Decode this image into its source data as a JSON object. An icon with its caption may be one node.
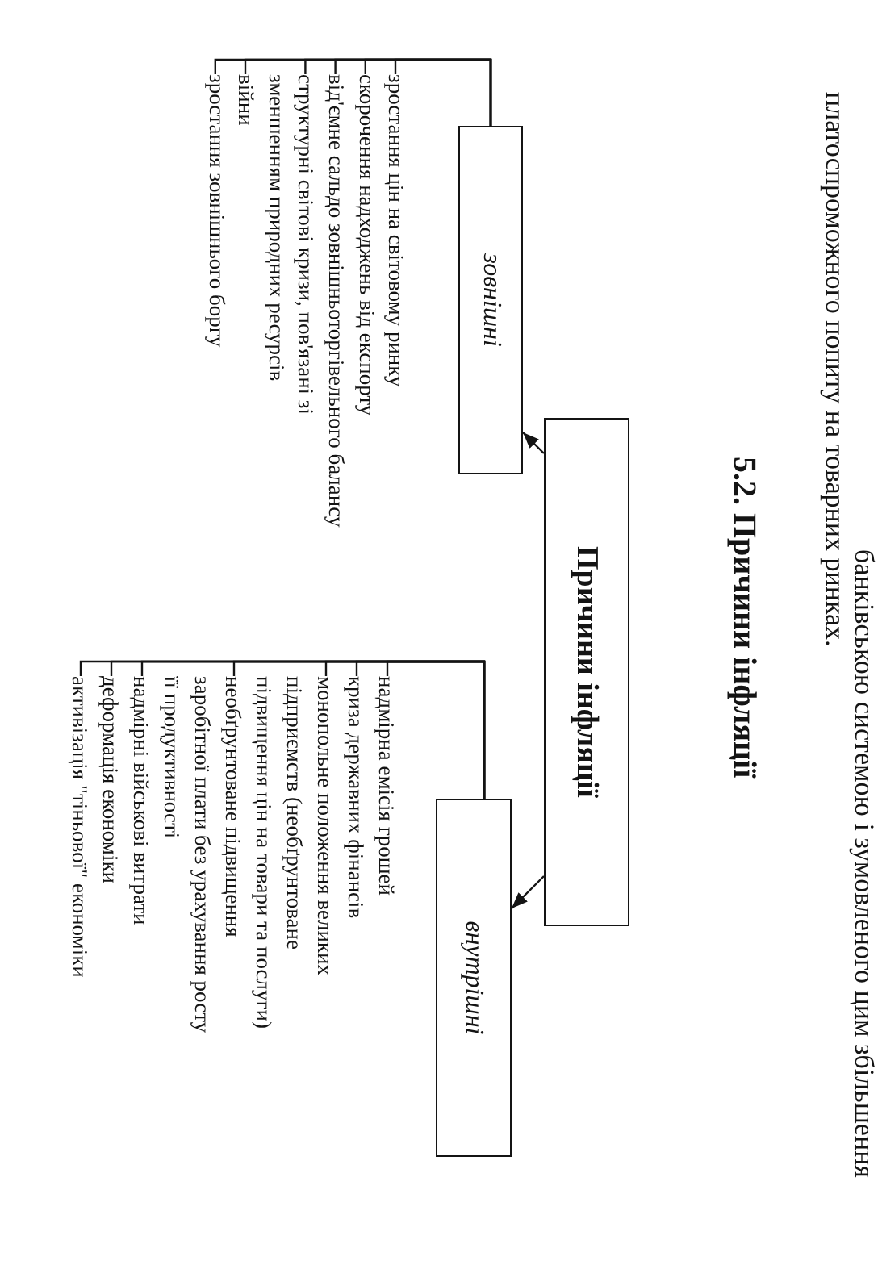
{
  "diagram": {
    "title": "5.2. Причини інфляції",
    "nodes": [
      {
        "text": [
          "Причини інфляції"
        ]
      },
      {
        "text": [
          "зовнішні"
        ]
      },
      {
        "text": [
          "внутрішні"
        ]
      },
      {
        "text": [
          "зростання цін на світовому ринку"
        ]
      },
      {
        "text": [
          "скорочення надходжень від експорту"
        ]
      },
      {
        "text": [
          "від'ємне сальдо зовнішньоторгівельного балансу"
        ]
      },
      {
        "text": [
          "структурні світові кризи, пов'язані зі зменшенням природних ресурсів"
        ]
      },
      {
        "text": [
          "війни"
        ]
      },
      {
        "text": [
          "зростання зовнішнього боргу"
        ]
      },
      {
        "text": [
          "надмірна емісія грошей"
        ]
      },
      {
        "text": [
          "криза державних фінансів"
        ]
      },
      {
        "text": [
          "монопольне положення великих підприємств (необґрунтоване підвищення цін на товари та послуги)"
        ]
      },
      {
        "text": [
          "необґрунтоване підвищення заробітної плати без урахування росту її продуктивності"
        ]
      },
      {
        "text": [
          "надмірні військові витрати"
        ]
      },
      {
        "text": [
          "деформація економіки"
        ]
      },
      {
        "text": [
          "активізація \"тіньової\" економіки"
        ]
      }
    ],
    "edges": [
      {
        "from": 0,
        "to": 1,
        "arrow": "to"
      },
      {
        "from": 0,
        "to": 2,
        "arrow": "to"
      },
      {
        "from": 1,
        "to": 3,
        "arrow": "none"
      },
      {
        "from": 1,
        "to": 4,
        "arrow": "none"
      },
      {
        "from": 1,
        "to": 5,
        "arrow": "none"
      },
      {
        "from": 1,
        "to": 6,
        "arrow": "none"
      },
      {
        "from": 1,
        "to": 7,
        "arrow": "none"
      },
      {
        "from": 1,
        "to": 8,
        "arrow": "none"
      },
      {
        "from": 2,
        "to": 9,
        "arrow": "none"
      },
      {
        "from": 2,
        "to": 10,
        "arrow": "none"
      },
      {
        "from": 2,
        "to": 11,
        "arrow": "none"
      },
      {
        "from": 2,
        "to": 12,
        "arrow": "none"
      },
      {
        "from": 2,
        "to": 13,
        "arrow": "none"
      },
      {
        "from": 2,
        "to": 14,
        "arrow": "none"
      },
      {
        "from": 2,
        "to": 15,
        "arrow": "none"
      }
    ],
    "labels": [
      "банківською системою і зумовленого цим збільшення",
      "платоспроможного попиту на товарних ринках."
    ]
  }
}
